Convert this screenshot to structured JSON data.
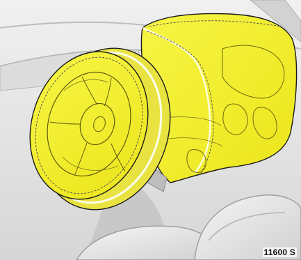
{
  "figure": {
    "reference_code": "11600 S",
    "highlight_color": "#f2ee1e",
    "outline_color": "#1a1a1a",
    "background_color": "#e9e9e9",
    "subjects": [
      "steering-wheel-airbag",
      "passenger-airbag"
    ]
  }
}
